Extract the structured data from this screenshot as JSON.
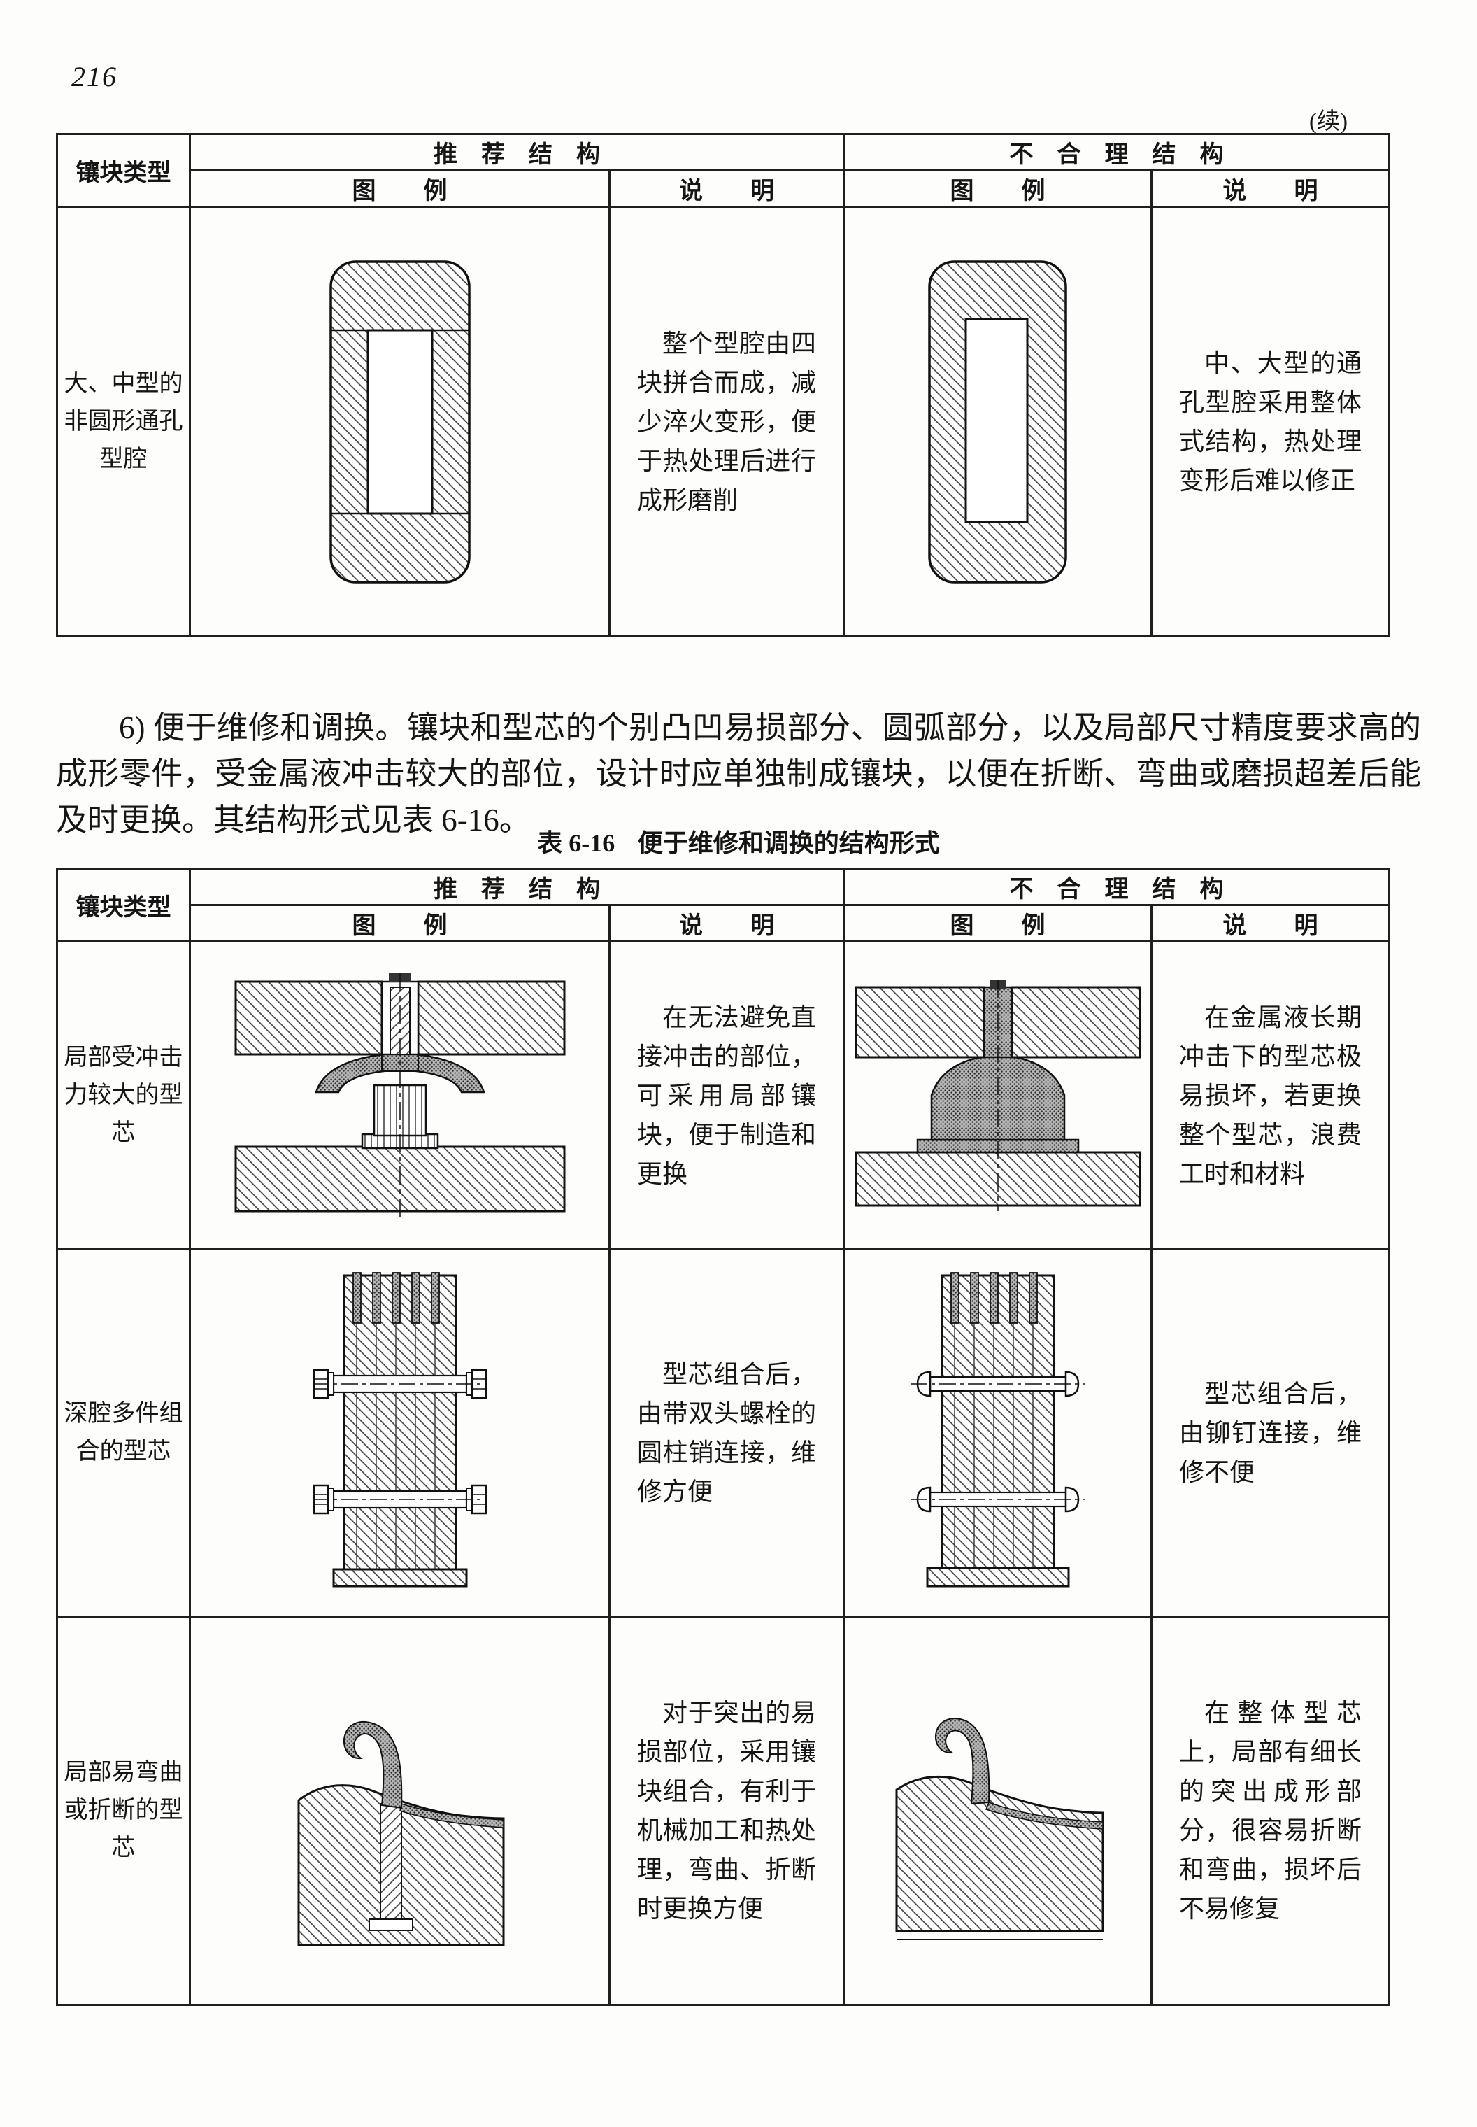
{
  "page": {
    "number": "216",
    "continued": "(续)"
  },
  "table_header": {
    "type": "镶块类型",
    "recommended": "推　荐　结　构",
    "unreasonable": "不　合　理　结　构",
    "figure": "图　　例",
    "explanation": "说　　明"
  },
  "table1": {
    "rows": [
      {
        "type": "大、中型的非圆形通孔型腔",
        "rec_explanation": "整个型腔由四块拼合而成，减少淬火变形，便于热处理后进行成形磨削",
        "bad_explanation": "中、大型的通孔型腔采用整体式结构，热处理变形后难以修正"
      }
    ]
  },
  "paragraph": "6) 便于维修和调换。镶块和型芯的个别凸凹易损部分、圆弧部分，以及局部尺寸精度要求高的成形零件，受金属液冲击较大的部位，设计时应单独制成镶块，以便在折断、弯曲或磨损超差后能及时更换。其结构形式见表 6-16。",
  "table2": {
    "caption_label": "表 6-16",
    "caption_text": "便于维修和调换的结构形式",
    "rows": [
      {
        "type": "局部受冲击力较大的型芯",
        "rec_explanation": "在无法避免直接冲击的部位，可采用局部镶块，便于制造和更换",
        "bad_explanation": "在金属液长期冲击下的型芯极易损坏，若更换整个型芯，浪费工时和材料"
      },
      {
        "type": "深腔多件组合的型芯",
        "rec_explanation": "型芯组合后，由带双头螺栓的圆柱销连接，维修方便",
        "bad_explanation": "型芯组合后，由铆钉连接，维修不便"
      },
      {
        "type": "局部易弯曲或折断的型芯",
        "rec_explanation": "对于突出的易损部位，采用镶块组合，有利于机械加工和热处理，弯曲、折断时更换方便",
        "bad_explanation": "在整体型芯上，局部有细长的突出成形部分，很容易折断和弯曲，损坏后不易修复"
      }
    ]
  }
}
